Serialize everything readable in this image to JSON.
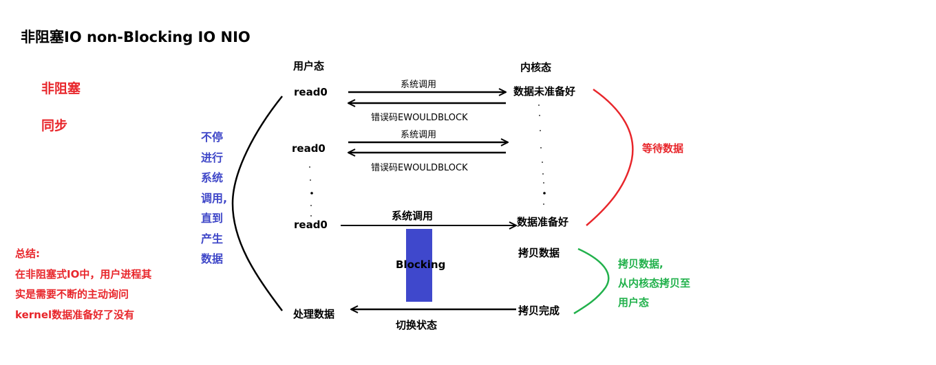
{
  "title": "非阻塞IO  non-Blocking IO   NIO",
  "features": {
    "nonblocking": "非阻塞",
    "sync": "同步"
  },
  "summary": {
    "heading": "总结:",
    "text": "在非阻塞式IO中，用户进程其实是需要不断的主动询问kernel数据准备好了没有"
  },
  "side_note": {
    "lines": [
      "不停",
      "进行",
      "系统",
      "调用,",
      "直到",
      "产生",
      "数据"
    ]
  },
  "columns": {
    "user": "用户态",
    "kernel": "内核态"
  },
  "user_side": {
    "read_1": "read0",
    "read_2": "read0",
    "read_3": "read0",
    "process": "处理数据"
  },
  "kernel_side": {
    "not_ready": "数据未准备好",
    "ready": "数据准备好",
    "copying": "拷贝数据",
    "copy_done": "拷贝完成"
  },
  "arrows": {
    "syscall_1": "系统调用",
    "error_1": "错误码EWOULDBLOCK",
    "syscall_2": "系统调用",
    "error_2": "错误码EWOULDBLOCK",
    "syscall_3": "系统调用",
    "switch_state": "切换状态"
  },
  "blocking_label": "Blocking",
  "wait_note": "等待数据",
  "copy_note": {
    "line1": "拷贝数据,",
    "line2": "从内核态拷贝至",
    "line3": "用户态"
  },
  "colors": {
    "red": "#e8262b",
    "blue": "#3f47c8",
    "green": "#22b14c",
    "block": "#3f48cc"
  }
}
